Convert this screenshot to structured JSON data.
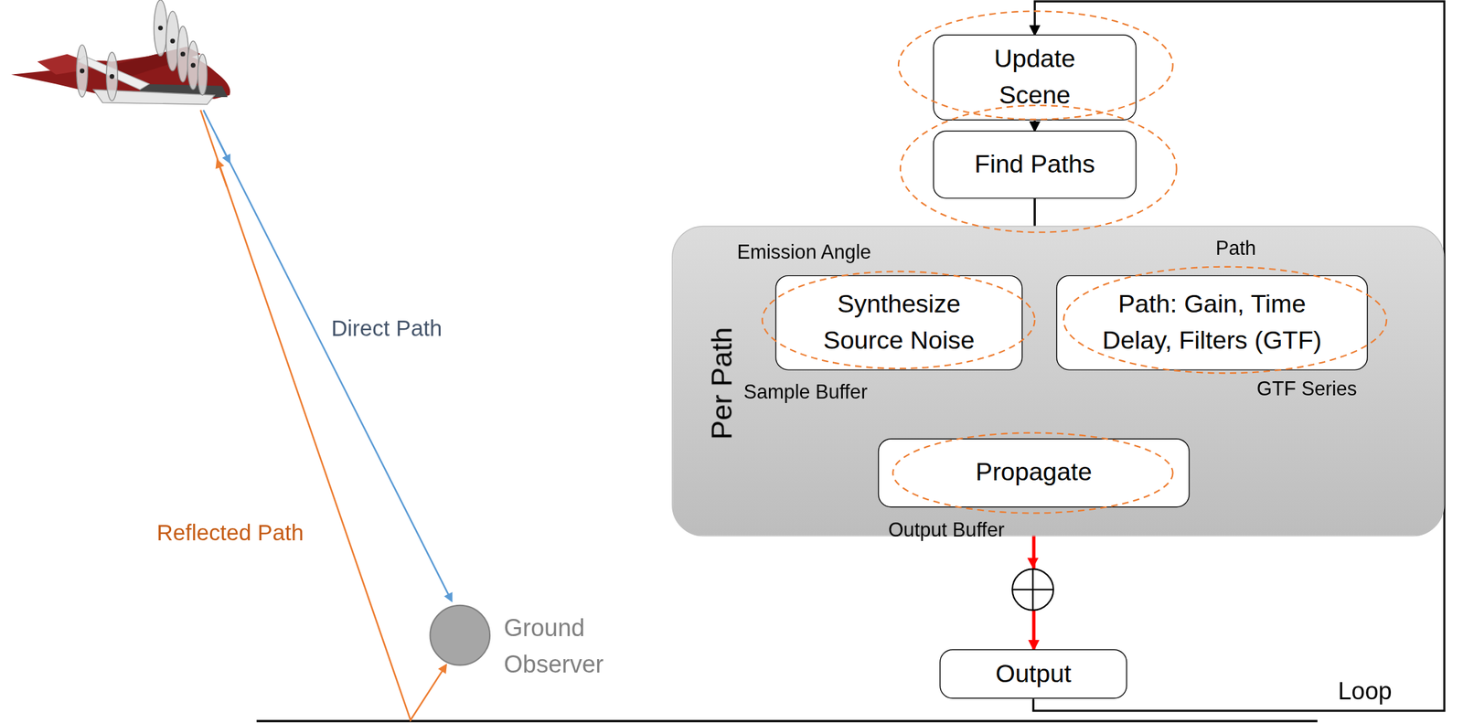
{
  "diagram": {
    "nodes": [
      {
        "text": [
          "Update Scene"
        ]
      },
      {
        "text": [
          "Find Paths"
        ]
      },
      {
        "text": [
          "Per Path"
        ]
      },
      {
        "text": [
          "Synthesize Source Noise"
        ],
        "in": 2
      },
      {
        "text": [
          "Path: Gain, Time Delay, Filters (GTF)"
        ],
        "in": 2
      },
      {
        "text": [
          "Propagate"
        ],
        "in": 2
      },
      {
        "text": [
          "Output"
        ]
      },
      {
        "text": [
          "Ground Observer"
        ]
      }
    ],
    "edges": [
      {
        "from": 0,
        "to": 1,
        "arrow": "to"
      },
      {
        "from": 1,
        "to": 3,
        "label": "Emission Angle",
        "arrow": "to"
      },
      {
        "from": 1,
        "to": 4,
        "label": "Path",
        "arrow": "to"
      },
      {
        "from": 3,
        "to": 5,
        "label": "Sample Buffer",
        "arrow": "to"
      },
      {
        "from": 4,
        "to": 5,
        "label": "GTF Series",
        "arrow": "to"
      },
      {
        "from": 5,
        "to": 6,
        "label": "Output Buffer",
        "arrow": "to"
      },
      {
        "from": 6,
        "to": 0,
        "label": "Loop",
        "arrow": "to"
      }
    ],
    "labels": [
      "Direct Path",
      "Reflected Path"
    ]
  }
}
